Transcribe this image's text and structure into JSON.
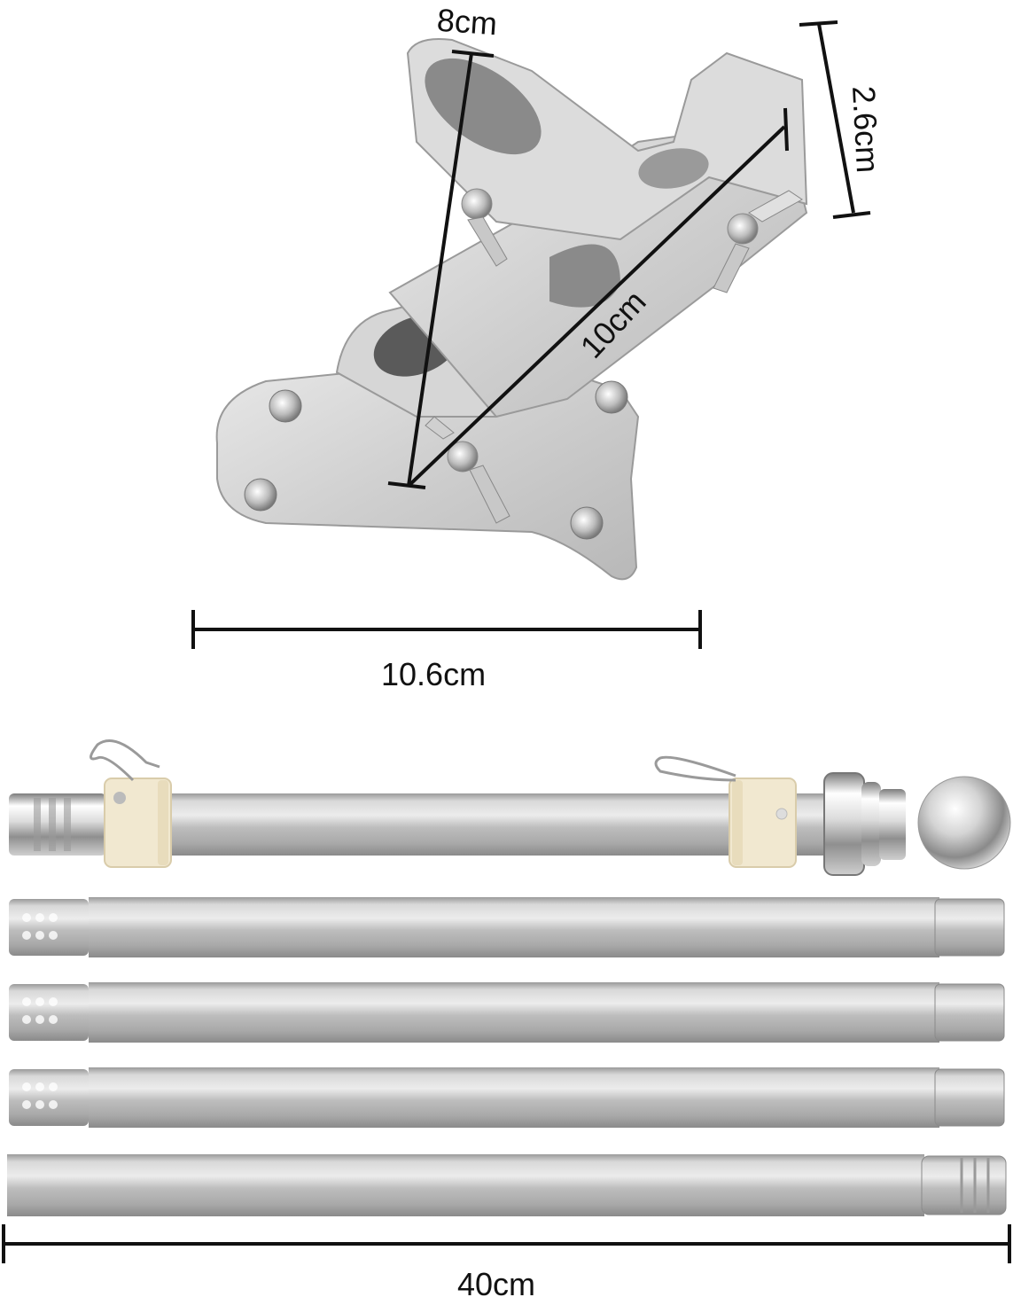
{
  "product": {
    "bracket": {
      "dimensions": {
        "tube_length": "8cm",
        "tube_width": "2.6cm",
        "diagonal": "10cm",
        "base_width": "10.6cm"
      }
    },
    "pole_sections": {
      "count": 5,
      "items": [
        {
          "name": "top-section-with-ball-finial",
          "features": [
            "threaded-end",
            "two-clip-rings",
            "chrome-ball-finial"
          ]
        },
        {
          "name": "middle-section-1",
          "features": [
            "threaded-end",
            "socket-end"
          ]
        },
        {
          "name": "middle-section-2",
          "features": [
            "threaded-end",
            "socket-end"
          ]
        },
        {
          "name": "middle-section-3",
          "features": [
            "threaded-end",
            "socket-end"
          ]
        },
        {
          "name": "bottom-section",
          "features": [
            "plain-end",
            "threaded-end"
          ]
        }
      ],
      "section_length": "40cm"
    }
  },
  "colors": {
    "background": "#ffffff",
    "dimension_line": "#111111",
    "aluminum": "#c4c4c4",
    "clip_ring": "#f1e8d0",
    "chrome": "#e8e8e8"
  }
}
